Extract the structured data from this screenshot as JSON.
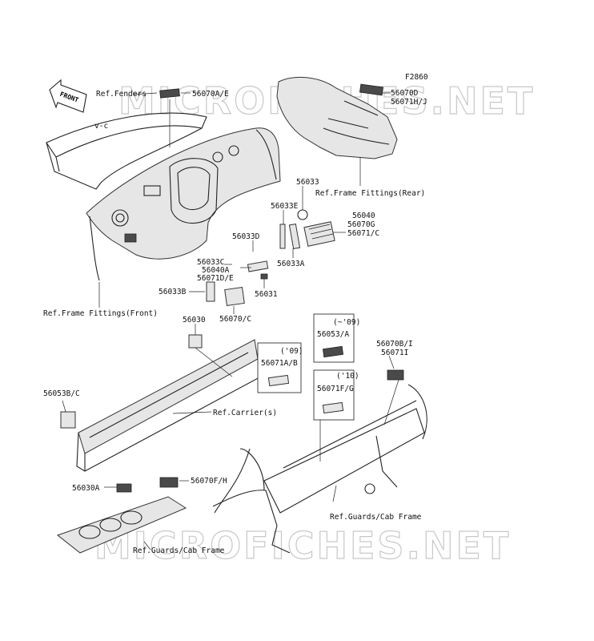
{
  "figure_code": "F2860",
  "front_label": "FRONT",
  "watermarks": [
    "MICROFICHES.NET",
    "MICROFICHES.NET"
  ],
  "labels": {
    "ref_fenders": "Ref.Fenders",
    "p56070AE": "56070A/E",
    "p56070D": "56070D",
    "p56071HJ": "56071H/J",
    "p56033": "56033",
    "ref_frame_rear": "Ref.Frame Fittings(Rear)",
    "p56033E": "56033E",
    "p56040": "56040",
    "p56070G": "56070G",
    "p56071C": "56071/C",
    "p56033D": "56033D",
    "p56033A": "56033A",
    "p56033C": "56033C",
    "p56040A": "56040A",
    "p56071DE": "56071D/E",
    "p56033B": "56033B",
    "p56031": "56031",
    "p56070C": "56070/C",
    "ref_frame_front": "Ref.Frame Fittings(Front)",
    "p56030": "56030",
    "year_to09": "(~'09)",
    "p56053A": "56053/A",
    "year_09": "('09)",
    "p56071AB": "56071A/B",
    "p56070BI": "56070B/I",
    "p56071I": "56071I",
    "year_10": "('10)",
    "p56071FG": "56071F/G",
    "p56053BC": "56053B/C",
    "ref_carrier": "Ref.Carrier(s)",
    "p56030A": "56030A",
    "p56070FH": "56070F/H",
    "ref_guards_1": "Ref.Guards/Cab Frame",
    "ref_guards_2": "Ref.Guards/Cab Frame"
  }
}
